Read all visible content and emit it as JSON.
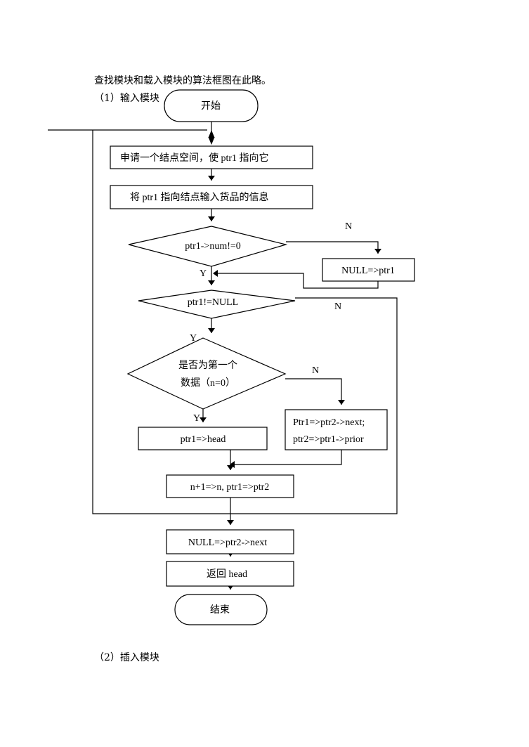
{
  "intro_text": "查找模块和载入模块的算法框图在此略。",
  "section1_label": "（1）输入模块",
  "section2_label": "（2）插入模块",
  "flowchart": {
    "start": "开始",
    "alloc": "申请一个结点空间，使 ptr1 指向它",
    "input_info": "将 ptr1 指向结点输入货品的信息",
    "cond_num": "ptr1->num!=0",
    "set_null": "NULL=>ptr1",
    "cond_ptr": "ptr1!=NULL",
    "cond_first_line1": "是否为第一个",
    "cond_first_line2": "数据（n=0）",
    "set_head": "ptr1=>head",
    "link_line1": "Ptr1=>ptr2->next;",
    "link_line2": "ptr2=>ptr1->prior",
    "increment": "n+1=>n, ptr1=>ptr2",
    "set_tail": "NULL=>ptr2->next",
    "return_head": "返回 head",
    "end": "结束",
    "label_yes": "Y",
    "label_no": "N"
  }
}
